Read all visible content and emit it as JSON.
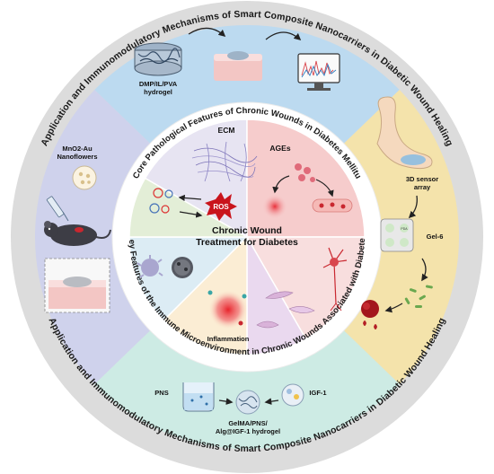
{
  "outer_ring": {
    "top_text": "Application and Immunomodulatory Mechanisms of Smart Composite Nanocarriers in Diabetic Wound Healing",
    "bottom_text": "Application and Immunomodulatory Mechanisms of Smart Composite Nanocarriers in Diabetic Wound Healing"
  },
  "inner_ring": {
    "top_text": "Core Pathological Features of Chronic Wounds in Diabetes Mellitu",
    "bottom_text": "Key Features of the Immune Microenvironment in Chronic Wounds Associated with Diabetes"
  },
  "center": {
    "title_line1": "Chronic Wound",
    "title_line2": "Treatment for Diabetes"
  },
  "sector_labels": {
    "ecm": "ECM",
    "ages": "AGEs",
    "ros": "ROS",
    "inflammation": "Inflammation"
  },
  "outer_panels": {
    "top_label_line1": "DMP/IL/PVA",
    "top_label_line2": "hydrogel",
    "left_label_line1": "MnO2-Au",
    "left_label_line2": "Nanoflowers",
    "right_label_1_line1": "3D sensor",
    "right_label_1_line2": "array",
    "right_label_2": "Gel-6",
    "bottom_label_pns": "PNS",
    "bottom_label_igf": "IGF-1",
    "bottom_label_gel_line1": "GelMA/PNS/",
    "bottom_label_gel_line2": "Alg@IGF-1 hydrogel",
    "sensor_chip": "PDA"
  },
  "colors": {
    "outer_ring": "#dcdcdc",
    "panel_top": "#bcdaf0",
    "panel_right": "#f4e3ab",
    "panel_bottom": "#cdebe4",
    "panel_left": "#cfd2ec",
    "sector_ecm": "#e7e4f2",
    "sector_ages": "#f6cccc",
    "sector_ros": "#e3eed7",
    "sector_neuron": "#f8dede",
    "sector_immune": "#dcecf4",
    "sector_fibro": "#ead9ef",
    "sector_inflam": "#fbedd4"
  }
}
